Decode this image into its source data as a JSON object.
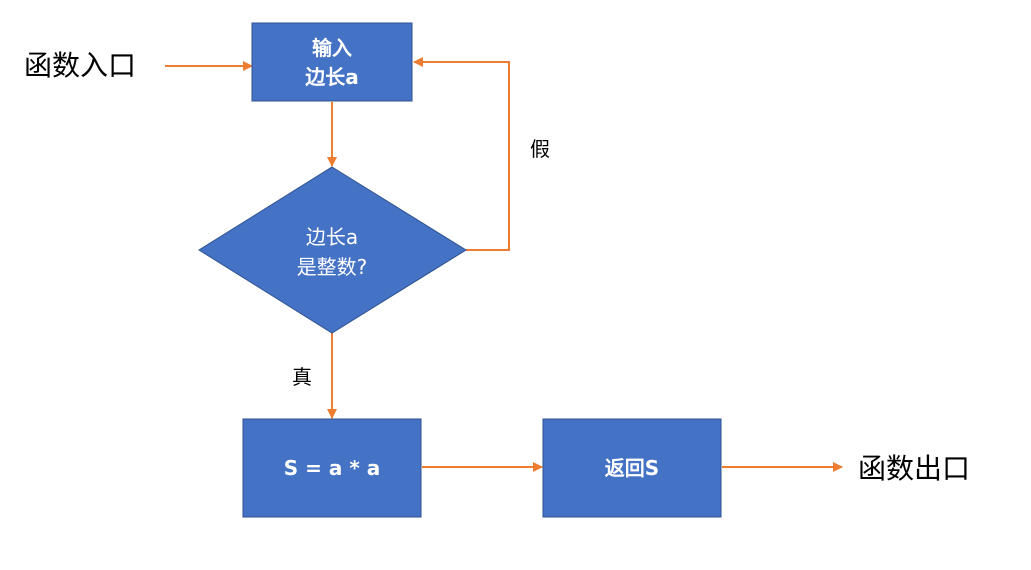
{
  "colors": {
    "node_fill": "#4472c4",
    "node_stroke": "#2f528f",
    "edge": "#ed7d31",
    "node_text": "#ffffff",
    "label_text": "#000000"
  },
  "terminals": {
    "entry": "函数入口",
    "exit": "函数出口"
  },
  "nodes": {
    "input": {
      "line1": "输入",
      "line2": "边长a"
    },
    "decision": {
      "line1": "边长a",
      "line2": "是整数?"
    },
    "compute": {
      "text": "S = a * a"
    },
    "return": {
      "text": "返回S"
    }
  },
  "edge_labels": {
    "false_branch": "假",
    "true_branch": "真"
  }
}
